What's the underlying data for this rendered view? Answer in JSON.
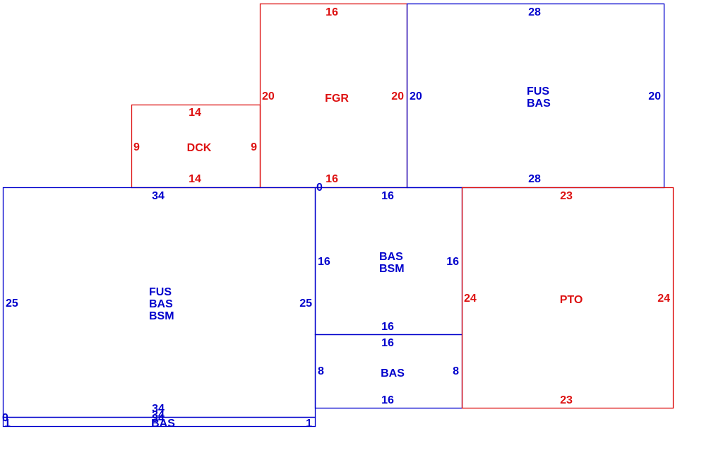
{
  "colors": {
    "blue": "#0000cc",
    "red": "#dd1111"
  },
  "areas": {
    "fgr": {
      "codes": [
        "FGR"
      ],
      "dims": [
        "16",
        "20",
        "20",
        "16"
      ]
    },
    "fus_upper": {
      "codes": [
        "FUS",
        "BAS"
      ],
      "dims": [
        "28",
        "20",
        "20",
        "28"
      ]
    },
    "dck": {
      "codes": [
        "DCK"
      ],
      "dims": [
        "14",
        "9",
        "9",
        "14"
      ]
    },
    "fus_main": {
      "codes": [
        "FUS",
        "BAS",
        "BSM"
      ],
      "dims": [
        "34",
        "25",
        "25",
        "34"
      ]
    },
    "bas_bsm": {
      "codes": [
        "BAS",
        "BSM"
      ],
      "dims": [
        "16",
        "16",
        "16",
        "16"
      ],
      "corner": "0"
    },
    "bas_small": {
      "codes": [
        "BAS"
      ],
      "dims": [
        "16",
        "8",
        "8",
        "16"
      ]
    },
    "pto": {
      "codes": [
        "PTO"
      ],
      "dims": [
        "23",
        "24",
        "24",
        "23"
      ]
    },
    "bas_strip": {
      "codes": [
        "BAS"
      ],
      "dims": [
        "34",
        "1",
        "1",
        "34"
      ],
      "corner": "0"
    }
  }
}
